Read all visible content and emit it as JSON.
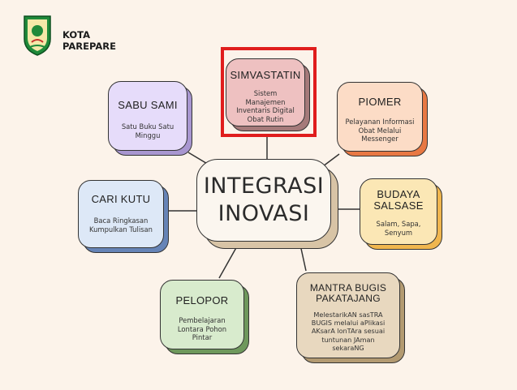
{
  "brand": {
    "line1": "KOTA",
    "line2": "PAREPARE"
  },
  "center": {
    "line1": "INTEGRASI",
    "line2": "INOVASI"
  },
  "nodes": [
    {
      "id": "simvastatin",
      "title": "SIMVASTATIN",
      "desc": "Sistem Manajemen\nInventaris Digital\nObat Rutin",
      "color": "#eec1c1",
      "shadow": "#a57a7a",
      "highlighted": true
    },
    {
      "id": "sabu-sami",
      "title": "SABU SAMI",
      "desc": "Satu Buku Satu\nMinggu",
      "color": "#e6dcfa",
      "shadow": "#a896d0"
    },
    {
      "id": "piomer",
      "title": "PIOMER",
      "desc": "Pelayanan Informasi\nObat Melalui\nMessenger",
      "color": "#fcdcc6",
      "shadow": "#e87843"
    },
    {
      "id": "cari-kutu",
      "title": "CARI KUTU",
      "desc": "Baca Ringkasan\nKumpulkan Tulisan",
      "color": "#dde8f7",
      "shadow": "#6684b7"
    },
    {
      "id": "budaya-salsase",
      "title": "BUDAYA\nSALSASE",
      "desc": "Salam, Sapa,\nSenyum",
      "color": "#fbe7b5",
      "shadow": "#f0b64e"
    },
    {
      "id": "pelopor",
      "title": "PELOPOR",
      "desc": "Pembelajaran\nLontara Pohon\nPintar",
      "color": "#d8ebcd",
      "shadow": "#6e985c"
    },
    {
      "id": "mantra-bugis",
      "title": "MANTRA BUGIS\nPAKATAJANG",
      "desc": "MelestarikAN sasTRA\nBUGIS melalui aPlikasi\nAKsarA lonTAra sesuai\ntuntunan JAman\nsekaraNG",
      "color": "#e8d8bf",
      "shadow": "#b39a71"
    }
  ],
  "center_colors": {
    "fill": "#fbf6ef",
    "shadow": "#d8c4a6"
  },
  "highlight_color": "#e01d1d"
}
